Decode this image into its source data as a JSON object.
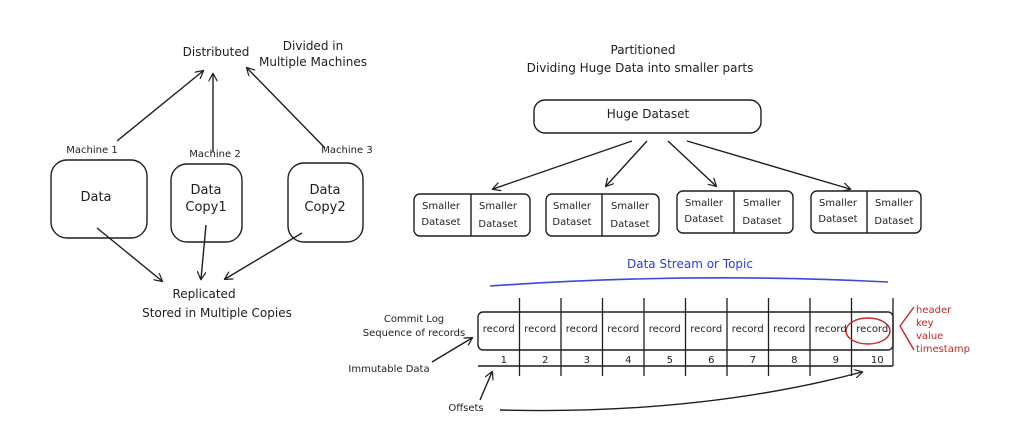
{
  "replication": {
    "distributed_title": "Distributed",
    "divided_note": [
      "Divided in",
      "Multiple Machines"
    ],
    "machines": [
      {
        "label": "Machine 1",
        "content": [
          "Data"
        ]
      },
      {
        "label": "Machine 2",
        "content": [
          "Data",
          "Copy1"
        ]
      },
      {
        "label": "Machine 3",
        "content": [
          "Data",
          "Copy2"
        ]
      }
    ],
    "replicated_title": "Replicated",
    "replicated_subtitle": "Stored in Multiple Copies"
  },
  "partitioning": {
    "title": "Partitioned",
    "subtitle": "Dividing Huge Data into smaller parts",
    "huge_dataset": "Huge Dataset",
    "partition_groups": [
      {
        "cells": [
          [
            "Smaller",
            "Dataset"
          ],
          [
            "Smaller",
            "Dataset"
          ]
        ]
      },
      {
        "cells": [
          [
            "Smaller",
            "Dataset"
          ],
          [
            "Smaller",
            "Dataset"
          ]
        ]
      },
      {
        "cells": [
          [
            "Smaller",
            "Dataset"
          ],
          [
            "Smaller",
            "Dataset"
          ]
        ]
      },
      {
        "cells": [
          [
            "Smaller",
            "Dataset"
          ],
          [
            "Smaller",
            "Dataset"
          ]
        ]
      }
    ]
  },
  "commit_log": {
    "stream_title": "Data Stream or Topic",
    "log_label": [
      "Commit Log",
      "Sequence of records"
    ],
    "record_label": "record",
    "record_count": 10,
    "offsets": [
      "1",
      "2",
      "3",
      "4",
      "5",
      "6",
      "7",
      "8",
      "9",
      "10"
    ],
    "immutable_label": "Immutable Data",
    "offsets_label": "Offsets",
    "record_fields": [
      "header",
      "key",
      "value",
      "timestamp"
    ]
  },
  "colors": {
    "ink": "#1e1e1e",
    "stream_line": "#3b4bd8",
    "annotation": "#c62828"
  }
}
